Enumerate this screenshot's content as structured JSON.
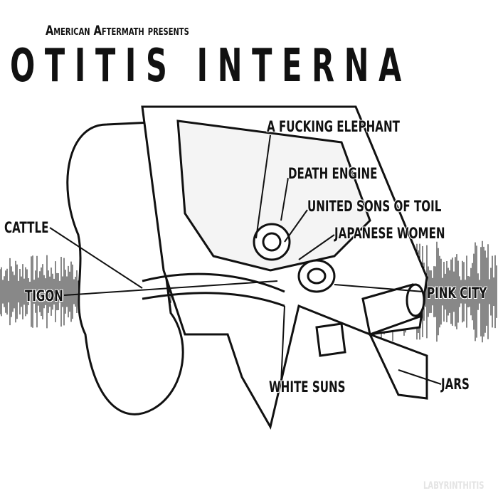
{
  "header": {
    "presents": "American Aftermath presents",
    "title": "OTITIS INTERNA"
  },
  "tracks": [
    "A FUCKING ELEPHANT",
    "DEATH ENGINE",
    "UNITED SONS OF TOIL",
    "JAPANESE WOMEN",
    "CATTLE",
    "TIGON",
    "PINK CITY",
    "WHITE SUNS",
    "JARS"
  ],
  "watermark": "LABYRINTHITIS",
  "colors": {
    "ink": "#111111",
    "background": "#ffffff"
  }
}
